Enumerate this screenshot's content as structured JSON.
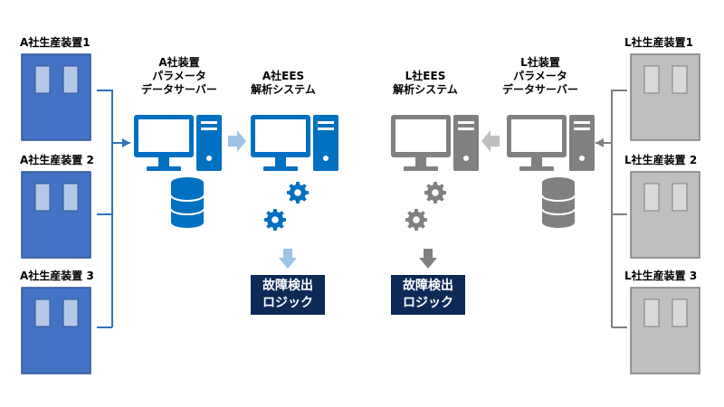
{
  "colors": {
    "a_blue": "#4472c4",
    "a_blue_dark": "#2f5597",
    "a_window": "#b4c7e7",
    "icon_blue": "#0070c0",
    "arrow_light_blue": "#9dc3e6",
    "grey_machine": "#bfbfbf",
    "grey_machine_border": "#7f7f7f",
    "grey_window": "#d9d9d9",
    "icon_grey": "#808080",
    "arrow_grey": "#bfbfbf",
    "navy": "#0d2a57",
    "line_blue": "#2e75b6",
    "line_grey": "#7f7f7f"
  },
  "company_a": {
    "devices": [
      "A社生産装置1",
      "A社生産装置 2",
      "A社生産装置 3"
    ],
    "param_server_label": [
      "A社装置",
      "パラメータ",
      "データサーバー"
    ],
    "ees_label": [
      "A社EES",
      "解析システム"
    ],
    "logic_box": [
      "故障検出",
      "ロジック"
    ],
    "icons": [
      "monitor-icon",
      "server-tower-icon",
      "database-icon",
      "gear-icon",
      "arrow-right-icon",
      "arrow-down-icon"
    ]
  },
  "company_l": {
    "devices": [
      "L社生産装置1",
      "L社生産装置 2",
      "L社生産装置 3"
    ],
    "param_server_label": [
      "L社装置",
      "パラメータ",
      "データサーバー"
    ],
    "ees_label": [
      "L社EES",
      "解析システム"
    ],
    "logic_box": [
      "故障検出",
      "ロジック"
    ],
    "icons": [
      "monitor-icon",
      "server-tower-icon",
      "database-icon",
      "gear-icon",
      "arrow-left-icon",
      "arrow-down-icon"
    ]
  }
}
